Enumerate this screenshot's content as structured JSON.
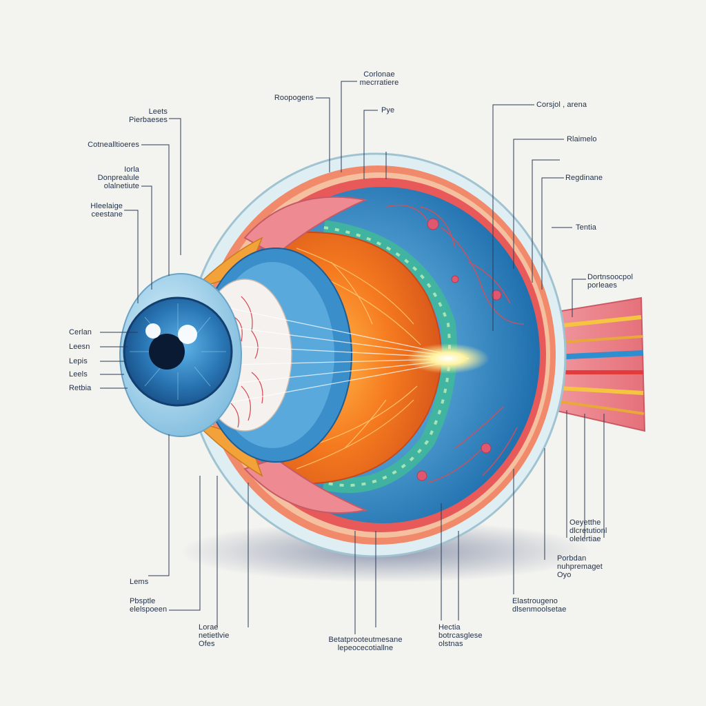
{
  "labels": {
    "top": {
      "cornea_membrane": "Corlonae\nmecrratiere",
      "rapogens": "Roopogens",
      "eye": "Pye"
    },
    "upper_left": {
      "lens_fibres": "Leets\nPierbaeses",
      "contractions": "Cotnealltioeres",
      "iris_dorsal": "Iorla\nDonprealule\nolalnetiute",
      "histology": "Hleelaige\nceestane"
    },
    "left": {
      "cornea": "Cerlan",
      "lens_1": "Leesn",
      "lens_2": "Lepis",
      "lens_3": "Leels",
      "retina": "Retbia"
    },
    "upper_right": {
      "corneal_arena": "Corsjol , arena",
      "rhamelo": "Rlaimelo",
      "radians": "Regdinane",
      "tentia": "Tentia",
      "dorsal_ponies": "Dortnsoocpol\nporleaes"
    },
    "lower_right": {
      "oculars": "Oeyetthe\ndlcretutionl\nolelertiae",
      "portion": "Porbdan\nnuhpremaget\nOyo",
      "elastogena": "Elastrougeno\ndlsenmoolsetae"
    },
    "bottom": {
      "lens_bottom": "Lems",
      "pupil_stripe": "Pbsptle\nelelspoeen",
      "lens_nucleus": "Lorae\nnetietlvie\nOfes",
      "beta_membrane": "Betatprooteutmesane\nlepeocecotiallne",
      "hertia": "Hectia\nbotrcasglese\nolstnas"
    }
  },
  "colors": {
    "background": "#f3f3ef",
    "leader": "#2b3a55",
    "iris": "#2f7fb7",
    "sclera": "#d7e7ec",
    "choroid": "#e35d5d",
    "retina": "#2a83c4",
    "lens": "#f06a1c",
    "vitreous": "#3a9ad6",
    "optic_nerve": "#e8707a"
  },
  "icons": {
    "eye": "eyeball-cross-section-illustration"
  }
}
